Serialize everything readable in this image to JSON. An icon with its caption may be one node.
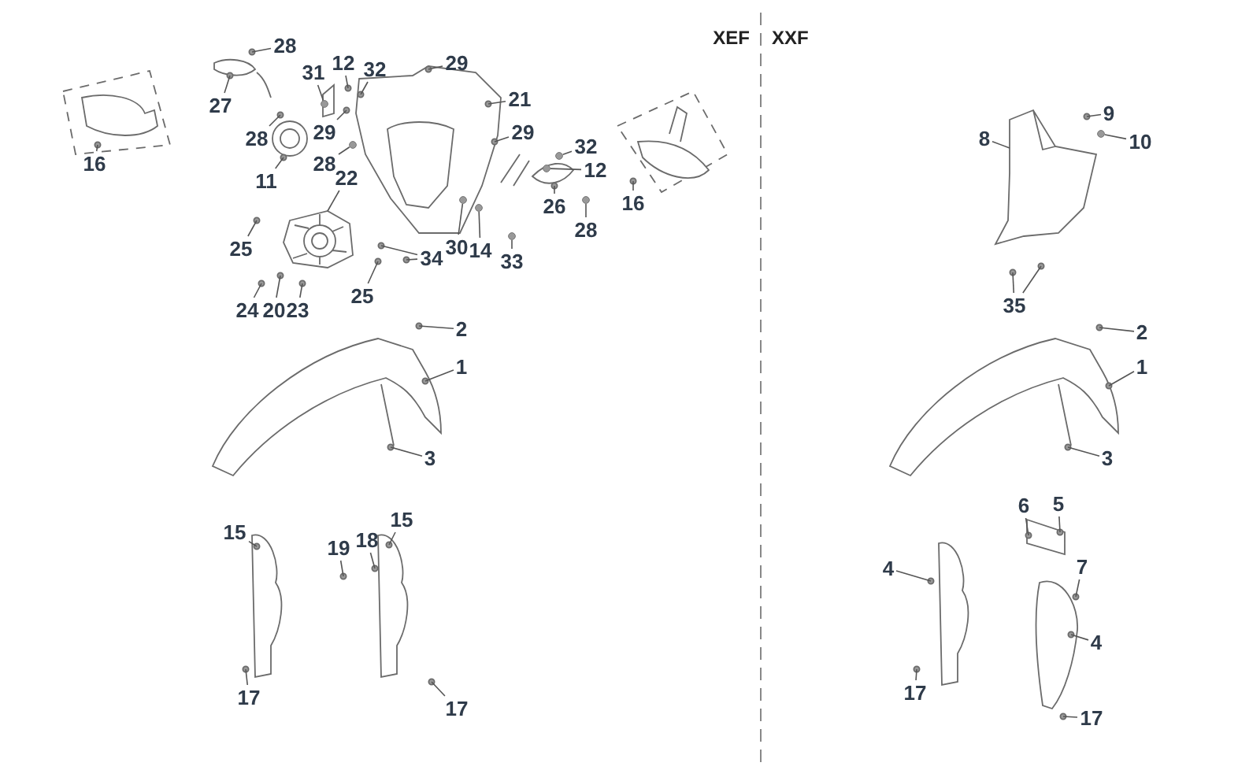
{
  "diagram": {
    "nodes": [
      {
        "text": [
          "28"
        ]
      },
      {
        "text": [
          "27"
        ]
      },
      {
        "text": [
          "16"
        ]
      },
      {
        "text": [
          "31"
        ]
      },
      {
        "text": [
          "12"
        ]
      },
      {
        "text": [
          "32"
        ]
      },
      {
        "text": [
          "29"
        ]
      },
      {
        "text": [
          "21"
        ]
      },
      {
        "text": [
          "28"
        ]
      },
      {
        "text": [
          "29"
        ]
      },
      {
        "text": [
          "11"
        ]
      },
      {
        "text": [
          "28"
        ]
      },
      {
        "text": [
          "22"
        ]
      },
      {
        "text": [
          "25"
        ]
      },
      {
        "text": [
          "34"
        ]
      },
      {
        "text": [
          "30"
        ]
      },
      {
        "text": [
          "14"
        ]
      },
      {
        "text": [
          "33"
        ]
      },
      {
        "text": [
          "26"
        ]
      },
      {
        "text": [
          "29"
        ]
      },
      {
        "text": [
          "32"
        ]
      },
      {
        "text": [
          "12"
        ]
      },
      {
        "text": [
          "28"
        ]
      },
      {
        "text": [
          "16"
        ]
      },
      {
        "text": [
          "24"
        ]
      },
      {
        "text": [
          "20"
        ]
      },
      {
        "text": [
          "23"
        ]
      },
      {
        "text": [
          "25"
        ]
      },
      {
        "text": [
          "2"
        ]
      },
      {
        "text": [
          "1"
        ]
      },
      {
        "text": [
          "3"
        ]
      },
      {
        "text": [
          "15"
        ]
      },
      {
        "text": [
          "15"
        ]
      },
      {
        "text": [
          "19"
        ]
      },
      {
        "text": [
          "18"
        ]
      },
      {
        "text": [
          "17"
        ]
      },
      {
        "text": [
          "17"
        ]
      },
      {
        "text": [
          "9"
        ]
      },
      {
        "text": [
          "10"
        ]
      },
      {
        "text": [
          "8"
        ]
      },
      {
        "text": [
          "35"
        ]
      },
      {
        "text": [
          "2"
        ]
      },
      {
        "text": [
          "1"
        ]
      },
      {
        "text": [
          "3"
        ]
      },
      {
        "text": [
          "6"
        ]
      },
      {
        "text": [
          "5"
        ]
      },
      {
        "text": [
          "7"
        ]
      },
      {
        "text": [
          "4"
        ]
      },
      {
        "text": [
          "4"
        ]
      },
      {
        "text": [
          "17"
        ]
      },
      {
        "text": [
          "17"
        ]
      },
      {
        "text": [],
        "shape": "picture"
      },
      {
        "text": [],
        "shape": "picture"
      },
      {
        "text": [],
        "shape": "circle"
      },
      {
        "text": [],
        "shape": "circle"
      },
      {
        "text": [],
        "shape": "circle"
      },
      {
        "text": [],
        "shape": "circle"
      },
      {
        "text": [],
        "shape": "circle"
      },
      {
        "text": [],
        "shape": "circle"
      },
      {
        "text": [],
        "shape": "circle"
      },
      {
        "text": [],
        "shape": "circle"
      },
      {
        "text": [],
        "shape": "circle"
      }
    ],
    "edges": [
      {
        "from": 0,
        "to": null,
        "arrow": "none"
      },
      {
        "from": 1,
        "to": null,
        "arrow": "none"
      },
      {
        "from": 2,
        "to": null,
        "arrow": "none"
      },
      {
        "from": 3,
        "to": 53,
        "arrow": "none"
      },
      {
        "from": 4,
        "to": null,
        "arrow": "none"
      },
      {
        "from": 5,
        "to": null,
        "arrow": "none"
      },
      {
        "from": 6,
        "to": null,
        "arrow": "none"
      },
      {
        "from": 7,
        "to": null,
        "arrow": "none"
      },
      {
        "from": 8,
        "to": null,
        "arrow": "none"
      },
      {
        "from": 9,
        "to": null,
        "arrow": "none"
      },
      {
        "from": 10,
        "to": null,
        "arrow": "none"
      },
      {
        "from": 11,
        "to": 54,
        "arrow": "none"
      },
      {
        "from": 12,
        "to": 51,
        "arrow": "none"
      },
      {
        "from": 13,
        "to": null,
        "arrow": "none"
      },
      {
        "from": 14,
        "to": null,
        "arrow": "none"
      },
      {
        "from": 15,
        "to": 60,
        "arrow": "none"
      },
      {
        "from": 16,
        "to": 55,
        "arrow": "none"
      },
      {
        "from": 17,
        "to": 56,
        "arrow": "none"
      },
      {
        "from": 18,
        "to": null,
        "arrow": "none"
      },
      {
        "from": 19,
        "to": null,
        "arrow": "none"
      },
      {
        "from": 20,
        "to": 57,
        "arrow": "none"
      },
      {
        "from": 21,
        "to": 61,
        "arrow": "none"
      },
      {
        "from": 22,
        "to": 58,
        "arrow": "none"
      },
      {
        "from": 23,
        "to": null,
        "arrow": "none"
      },
      {
        "from": 24,
        "to": null,
        "arrow": "none"
      },
      {
        "from": 25,
        "to": null,
        "arrow": "none"
      },
      {
        "from": 26,
        "to": null,
        "arrow": "none"
      },
      {
        "from": 27,
        "to": null,
        "arrow": "none"
      },
      {
        "from": 28,
        "to": null,
        "arrow": "none"
      },
      {
        "from": 29,
        "to": null,
        "arrow": "none"
      },
      {
        "from": 30,
        "to": null,
        "arrow": "none"
      },
      {
        "from": 31,
        "to": null,
        "arrow": "none"
      },
      {
        "from": 32,
        "to": null,
        "arrow": "none"
      },
      {
        "from": 33,
        "to": null,
        "arrow": "none"
      },
      {
        "from": 34,
        "to": null,
        "arrow": "none"
      },
      {
        "from": 35,
        "to": null,
        "arrow": "none"
      },
      {
        "from": 36,
        "to": null,
        "arrow": "none"
      },
      {
        "from": 37,
        "to": null,
        "arrow": "none"
      },
      {
        "from": 38,
        "to": 59,
        "arrow": "none"
      },
      {
        "from": 39,
        "to": 52,
        "arrow": "none"
      },
      {
        "from": 40,
        "to": null,
        "arrow": "none"
      },
      {
        "from": 41,
        "to": null,
        "arrow": "none"
      },
      {
        "from": 42,
        "to": null,
        "arrow": "none"
      },
      {
        "from": 43,
        "to": null,
        "arrow": "none"
      },
      {
        "from": 44,
        "to": null,
        "arrow": "none"
      },
      {
        "from": 45,
        "to": null,
        "arrow": "none"
      },
      {
        "from": 46,
        "to": null,
        "arrow": "none"
      },
      {
        "from": 47,
        "to": null,
        "arrow": "none"
      },
      {
        "from": 48,
        "to": null,
        "arrow": "none"
      },
      {
        "from": 49,
        "to": null,
        "arrow": "none"
      },
      {
        "from": 50,
        "to": null,
        "arrow": "none"
      },
      {
        "from": 14,
        "to": null,
        "arrow": "none"
      },
      {
        "from": 40,
        "to": null,
        "arrow": "none"
      }
    ],
    "labels": [
      "XEF",
      "XXF"
    ]
  }
}
